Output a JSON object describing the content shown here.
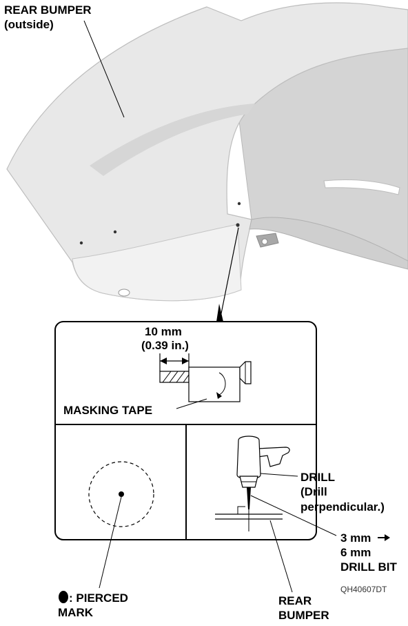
{
  "labels": {
    "rear_bumper_outside_line1": "REAR BUMPER",
    "rear_bumper_outside_line2": "(outside)",
    "dim_mm": "10 mm",
    "dim_in": "(0.39 in.)",
    "masking_tape": "MASKING TAPE",
    "drill_line1": "DRILL",
    "drill_line2": "(Drill",
    "drill_line3": "perpendicular.)",
    "bit_line1": "3 mm",
    "bit_line2": "6 mm",
    "bit_line3": "DRILL BIT",
    "pierced_line1": ": PIERCED",
    "pierced_line2": "MARK",
    "rear_bumper_line1": "REAR",
    "rear_bumper_line2": "BUMPER"
  },
  "figure_code": "QH40607DT",
  "icons": {
    "bit_arrow": "arrow-right-icon",
    "pierced_marker": "filled-circle-icon"
  },
  "colors": {
    "bumper_fill": "#e6e6e6",
    "bumper_shadow": "#c8c8c8",
    "line": "#000000"
  }
}
